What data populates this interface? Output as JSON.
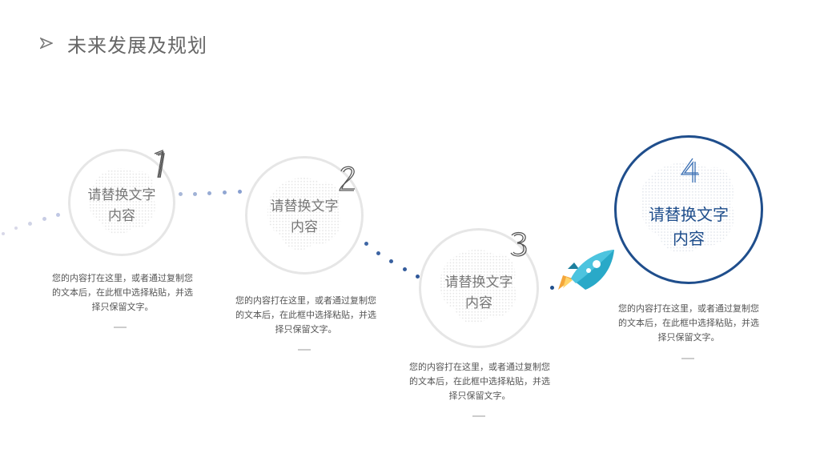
{
  "header": {
    "title": "未来发展及规划"
  },
  "steps": [
    {
      "number": "1",
      "label_line1": "请替换文字",
      "label_line2": "内容",
      "desc": "您的内容打在这里，或者通过复制您的文本后，在此框中选择粘贴，并选择只保留文字。"
    },
    {
      "number": "2",
      "label_line1": "请替换文字",
      "label_line2": "内容",
      "desc": "您的内容打在这里，或者通过复制您的文本后，在此框中选择粘贴，并选择只保留文字。"
    },
    {
      "number": "3",
      "label_line1": "请替换文字",
      "label_line2": "内容",
      "desc": "您的内容打在这里，或者通过复制您的文本后，在此框中选择粘贴，并选择只保留文字。"
    },
    {
      "number": "4",
      "label_line1": "请替换文字",
      "label_line2": "内容",
      "desc": "您的内容打在这里，或者通过复制您的文本后，在此框中选择粘贴，并选择只保留文字。"
    }
  ],
  "colors": {
    "accent": "#1f4e8c",
    "ring": "#e6e6e6",
    "rocket": "#29a9c8"
  },
  "icons": {
    "title_marker": "arrowhead-icon",
    "rocket": "rocket-icon"
  }
}
